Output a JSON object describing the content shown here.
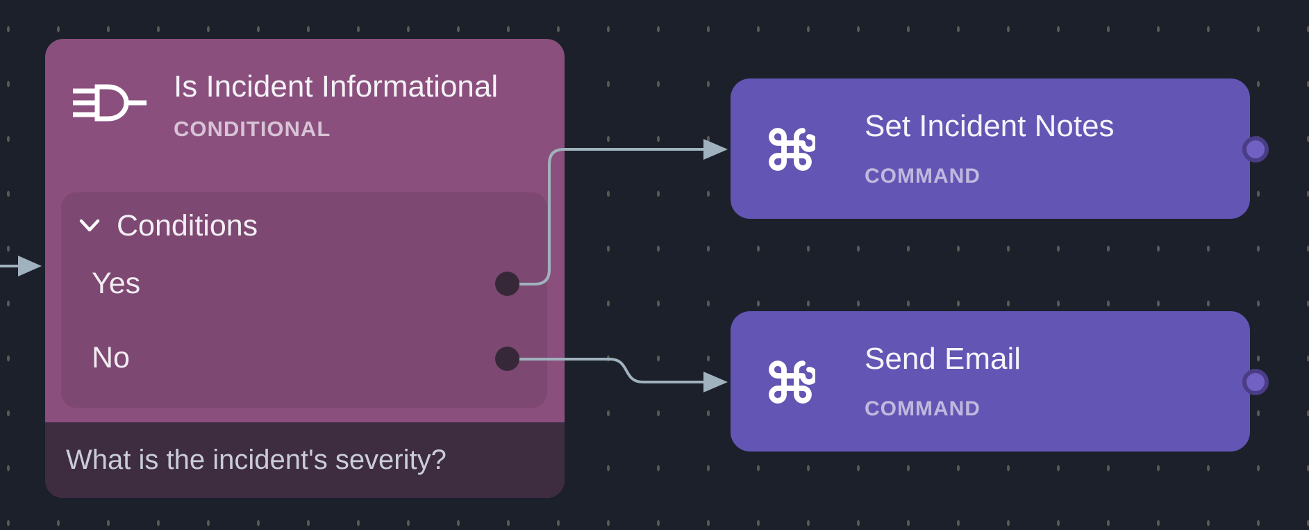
{
  "canvas": {
    "nodes": [
      {
        "id": "conditional",
        "title": "Is Incident Informational",
        "type_label": "CONDITIONAL",
        "icon": "logic-gate-icon",
        "sections": {
          "conditions": {
            "label": "Conditions",
            "expanded": true,
            "branches": [
              "Yes",
              "No"
            ]
          }
        },
        "description": "What is the incident's severity?"
      },
      {
        "id": "command-1",
        "title": "Set Incident Notes",
        "type_label": "COMMAND",
        "icon": "command-icon"
      },
      {
        "id": "command-2",
        "title": "Send Email",
        "type_label": "COMMAND",
        "icon": "command-icon"
      }
    ],
    "edges": [
      {
        "from": "offscreen-left",
        "to": "Is Incident Informational"
      },
      {
        "from": "Is Incident Informational / Yes",
        "to": "Set Incident Notes"
      },
      {
        "from": "Is Incident Informational / No",
        "to": "Send Email"
      }
    ],
    "colors": {
      "background": "#1b202b",
      "grid_dot": "#575a50",
      "conditional_node": "#8a4f7d",
      "conditional_panel": "#7d4871",
      "conditional_footer": "#3e2c41",
      "command_node": "#6355b4",
      "wire": "#a0b2bd",
      "branch_port": "#362839",
      "output_port": "#7061c3",
      "output_port_ring": "#4a3c85"
    }
  }
}
